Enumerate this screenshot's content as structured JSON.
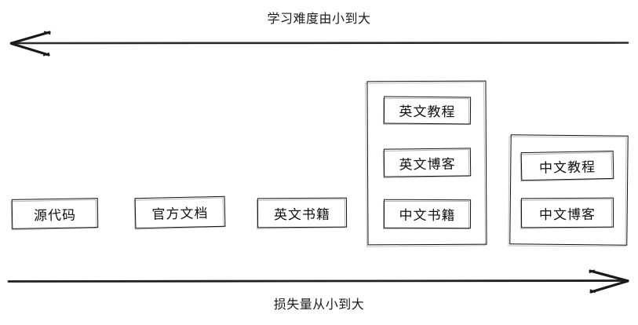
{
  "diagram": {
    "top_axis": {
      "label": "学习难度由小到大",
      "direction": "left"
    },
    "bottom_axis": {
      "label": "损失量从小到大",
      "direction": "right"
    },
    "nodes": [
      {
        "label": "源代码"
      },
      {
        "label": "官方文档"
      },
      {
        "label": "英文书籍"
      }
    ],
    "groups": [
      {
        "name": "group-english-intermediate",
        "items": [
          {
            "label": "英文教程"
          },
          {
            "label": "英文博客"
          },
          {
            "label": "中文书籍"
          }
        ]
      },
      {
        "name": "group-chinese",
        "items": [
          {
            "label": "中文教程"
          },
          {
            "label": "中文博客"
          }
        ]
      }
    ],
    "colors": {
      "stroke": "#111111",
      "background": "#ffffff",
      "text": "#101010"
    }
  }
}
